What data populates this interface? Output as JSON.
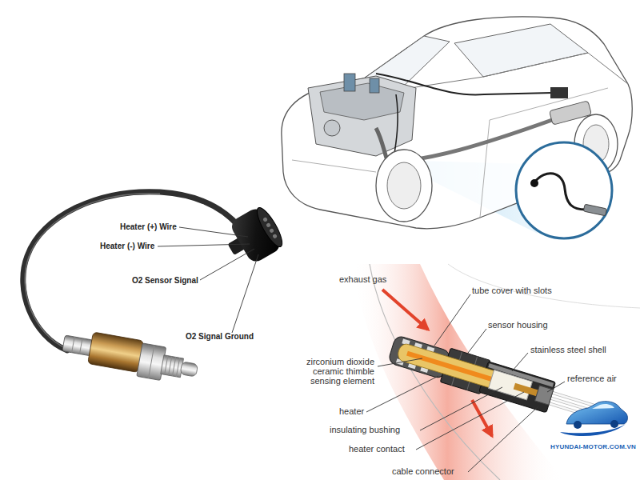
{
  "diagram": {
    "labels": [
      "Heater (+) Wire",
      "Heater (-) Wire",
      "O2 Sensor Signal",
      "O2 Signal Ground",
      "exhaust gas",
      "tube cover with slots",
      "sensor housing",
      "stainless steel shell",
      "reference air",
      "zirconium dioxide ceramic thimble sensing element",
      "heater",
      "insulating bushing",
      "heater contact",
      "cable connector",
      "HYUNDAI-MOTOR.COM.VN"
    ]
  }
}
